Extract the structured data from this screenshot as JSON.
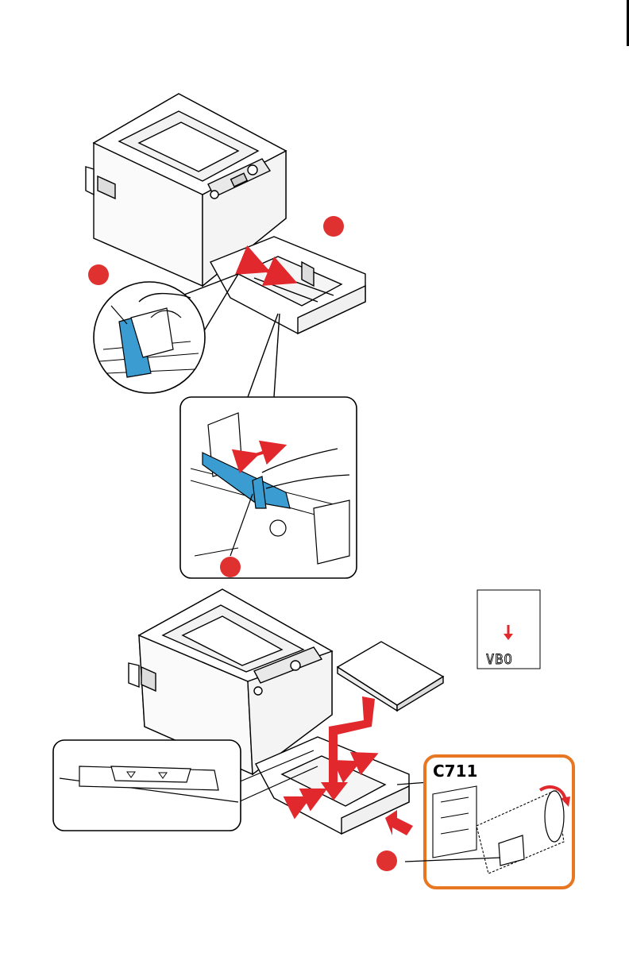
{
  "figure": {
    "model_label": "C711",
    "paper_sample_text": "VBO",
    "colors": {
      "callout_red": "#e03131",
      "guide_blue": "#3a9cd0",
      "frame_orange": "#e87722",
      "arrow_red": "#e0282d",
      "outline": "#000000"
    },
    "icons": [
      "printer-illustration",
      "paper-stack",
      "insertion-arrow",
      "rotate-arrow",
      "callout-dot"
    ]
  }
}
